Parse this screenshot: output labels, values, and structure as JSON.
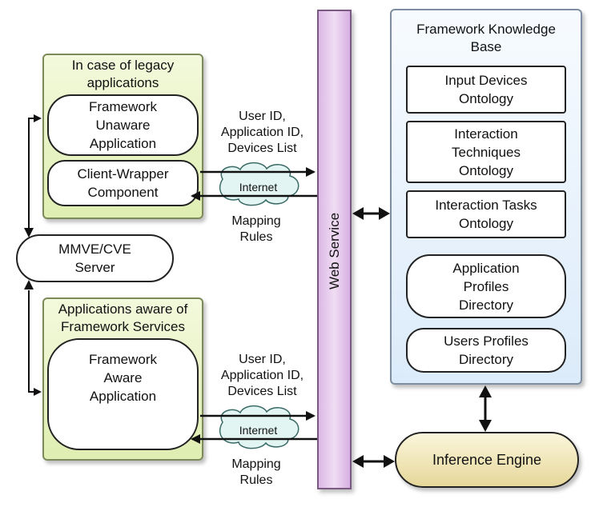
{
  "legacy_box": {
    "title": "In case of legacy applications",
    "unaware_app": "Framework Unaware Application",
    "client_wrapper": "Client-Wrapper Component"
  },
  "aware_box": {
    "title": "Applications aware of Framework Services",
    "aware_app": "Framework Aware Application"
  },
  "server": {
    "label": "MMVE/CVE Server"
  },
  "web_service": {
    "label": "Web Service"
  },
  "knowledge_base": {
    "title": "Framework Knowledge Base",
    "items": [
      "Input Devices Ontology",
      "Interaction Techniques Ontology",
      "Interaction Tasks Ontology",
      "Application Profiles Directory",
      "Users Profiles Directory"
    ]
  },
  "inference_engine": {
    "label": "Inference Engine"
  },
  "links": {
    "top_request": "User ID, Application ID, Devices List",
    "top_cloud": "Internet",
    "top_response": "Mapping Rules",
    "bottom_request": "User ID, Application ID, Devices List",
    "bottom_cloud": "Internet",
    "bottom_response": "Mapping Rules"
  }
}
